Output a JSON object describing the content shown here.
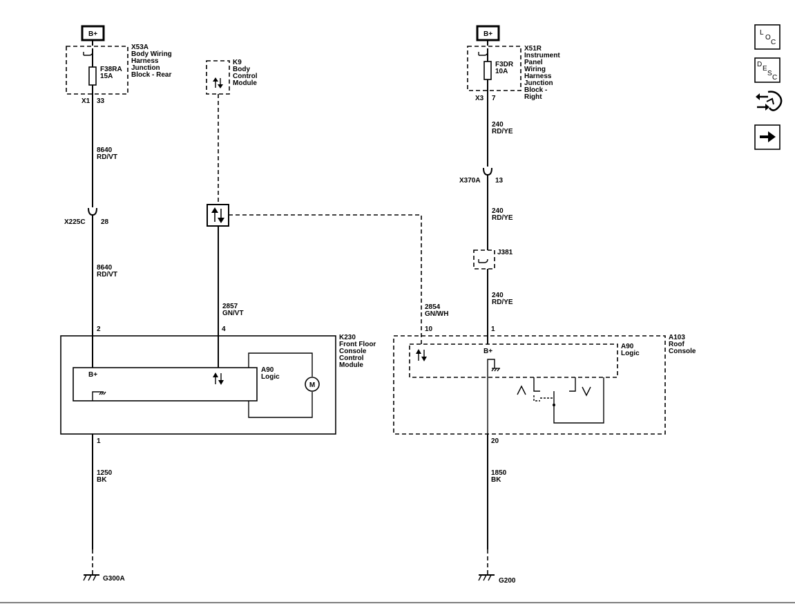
{
  "power": {
    "left_label": "B+",
    "right_label": "B+"
  },
  "junction_left": {
    "id": "X53A",
    "name_lines": [
      "Body Wiring",
      "Harness",
      "Junction",
      "Block - Rear"
    ],
    "fuse": "F38RA",
    "fuse_rating": "15A",
    "connector": "X1",
    "pin": "33"
  },
  "bcm": {
    "id": "K9",
    "name_lines": [
      "Body",
      "Control",
      "Module"
    ]
  },
  "junction_right": {
    "id": "X51R",
    "name_lines": [
      "Instrument",
      "Panel",
      "Wiring",
      "Harness",
      "Junction",
      "Block -",
      "Right"
    ],
    "fuse": "F3DR",
    "fuse_rating": "10A",
    "connector": "X3",
    "pin": "7"
  },
  "wires": {
    "w8640_a": {
      "circuit": "8640",
      "color": "RD/VT"
    },
    "w8640_b": {
      "circuit": "8640",
      "color": "RD/VT"
    },
    "w2857": {
      "circuit": "2857",
      "color": "GN/VT"
    },
    "w2854": {
      "circuit": "2854",
      "color": "GN/WH"
    },
    "w240_a": {
      "circuit": "240",
      "color": "RD/YE"
    },
    "w240_b": {
      "circuit": "240",
      "color": "RD/YE"
    },
    "w240_c": {
      "circuit": "240",
      "color": "RD/YE"
    },
    "w1250": {
      "circuit": "1250",
      "color": "BK"
    },
    "w1850": {
      "circuit": "1850",
      "color": "BK"
    }
  },
  "inline_connectors": {
    "x225c": {
      "name": "X225C",
      "pin": "28"
    },
    "x370a": {
      "name": "X370A",
      "pin": "13"
    },
    "j381": {
      "name": "J381"
    }
  },
  "k230": {
    "id": "K230",
    "name_lines": [
      "Front Floor",
      "Console",
      "Control",
      "Module"
    ],
    "logic_id": "A90",
    "logic_name": "Logic",
    "bplus": "B+",
    "motor": "M",
    "pin_power": "2",
    "pin_data": "4",
    "pin_ground": "1"
  },
  "a103": {
    "id": "A103",
    "name_lines": [
      "Roof",
      "Console"
    ],
    "logic_id": "A90",
    "logic_name": "Logic",
    "bplus": "B+",
    "pin_data": "10",
    "pin_power": "1",
    "pin_ground": "20"
  },
  "grounds": {
    "left": "G300A",
    "right": "G200"
  },
  "sidebar": {
    "loc_button": {
      "letters": [
        "L",
        "O",
        "C"
      ]
    },
    "desc_button": {
      "letters": [
        "D",
        "E",
        "S",
        "C"
      ]
    },
    "icons": [
      "connector-tool-icon",
      "arrow-right-icon"
    ]
  }
}
